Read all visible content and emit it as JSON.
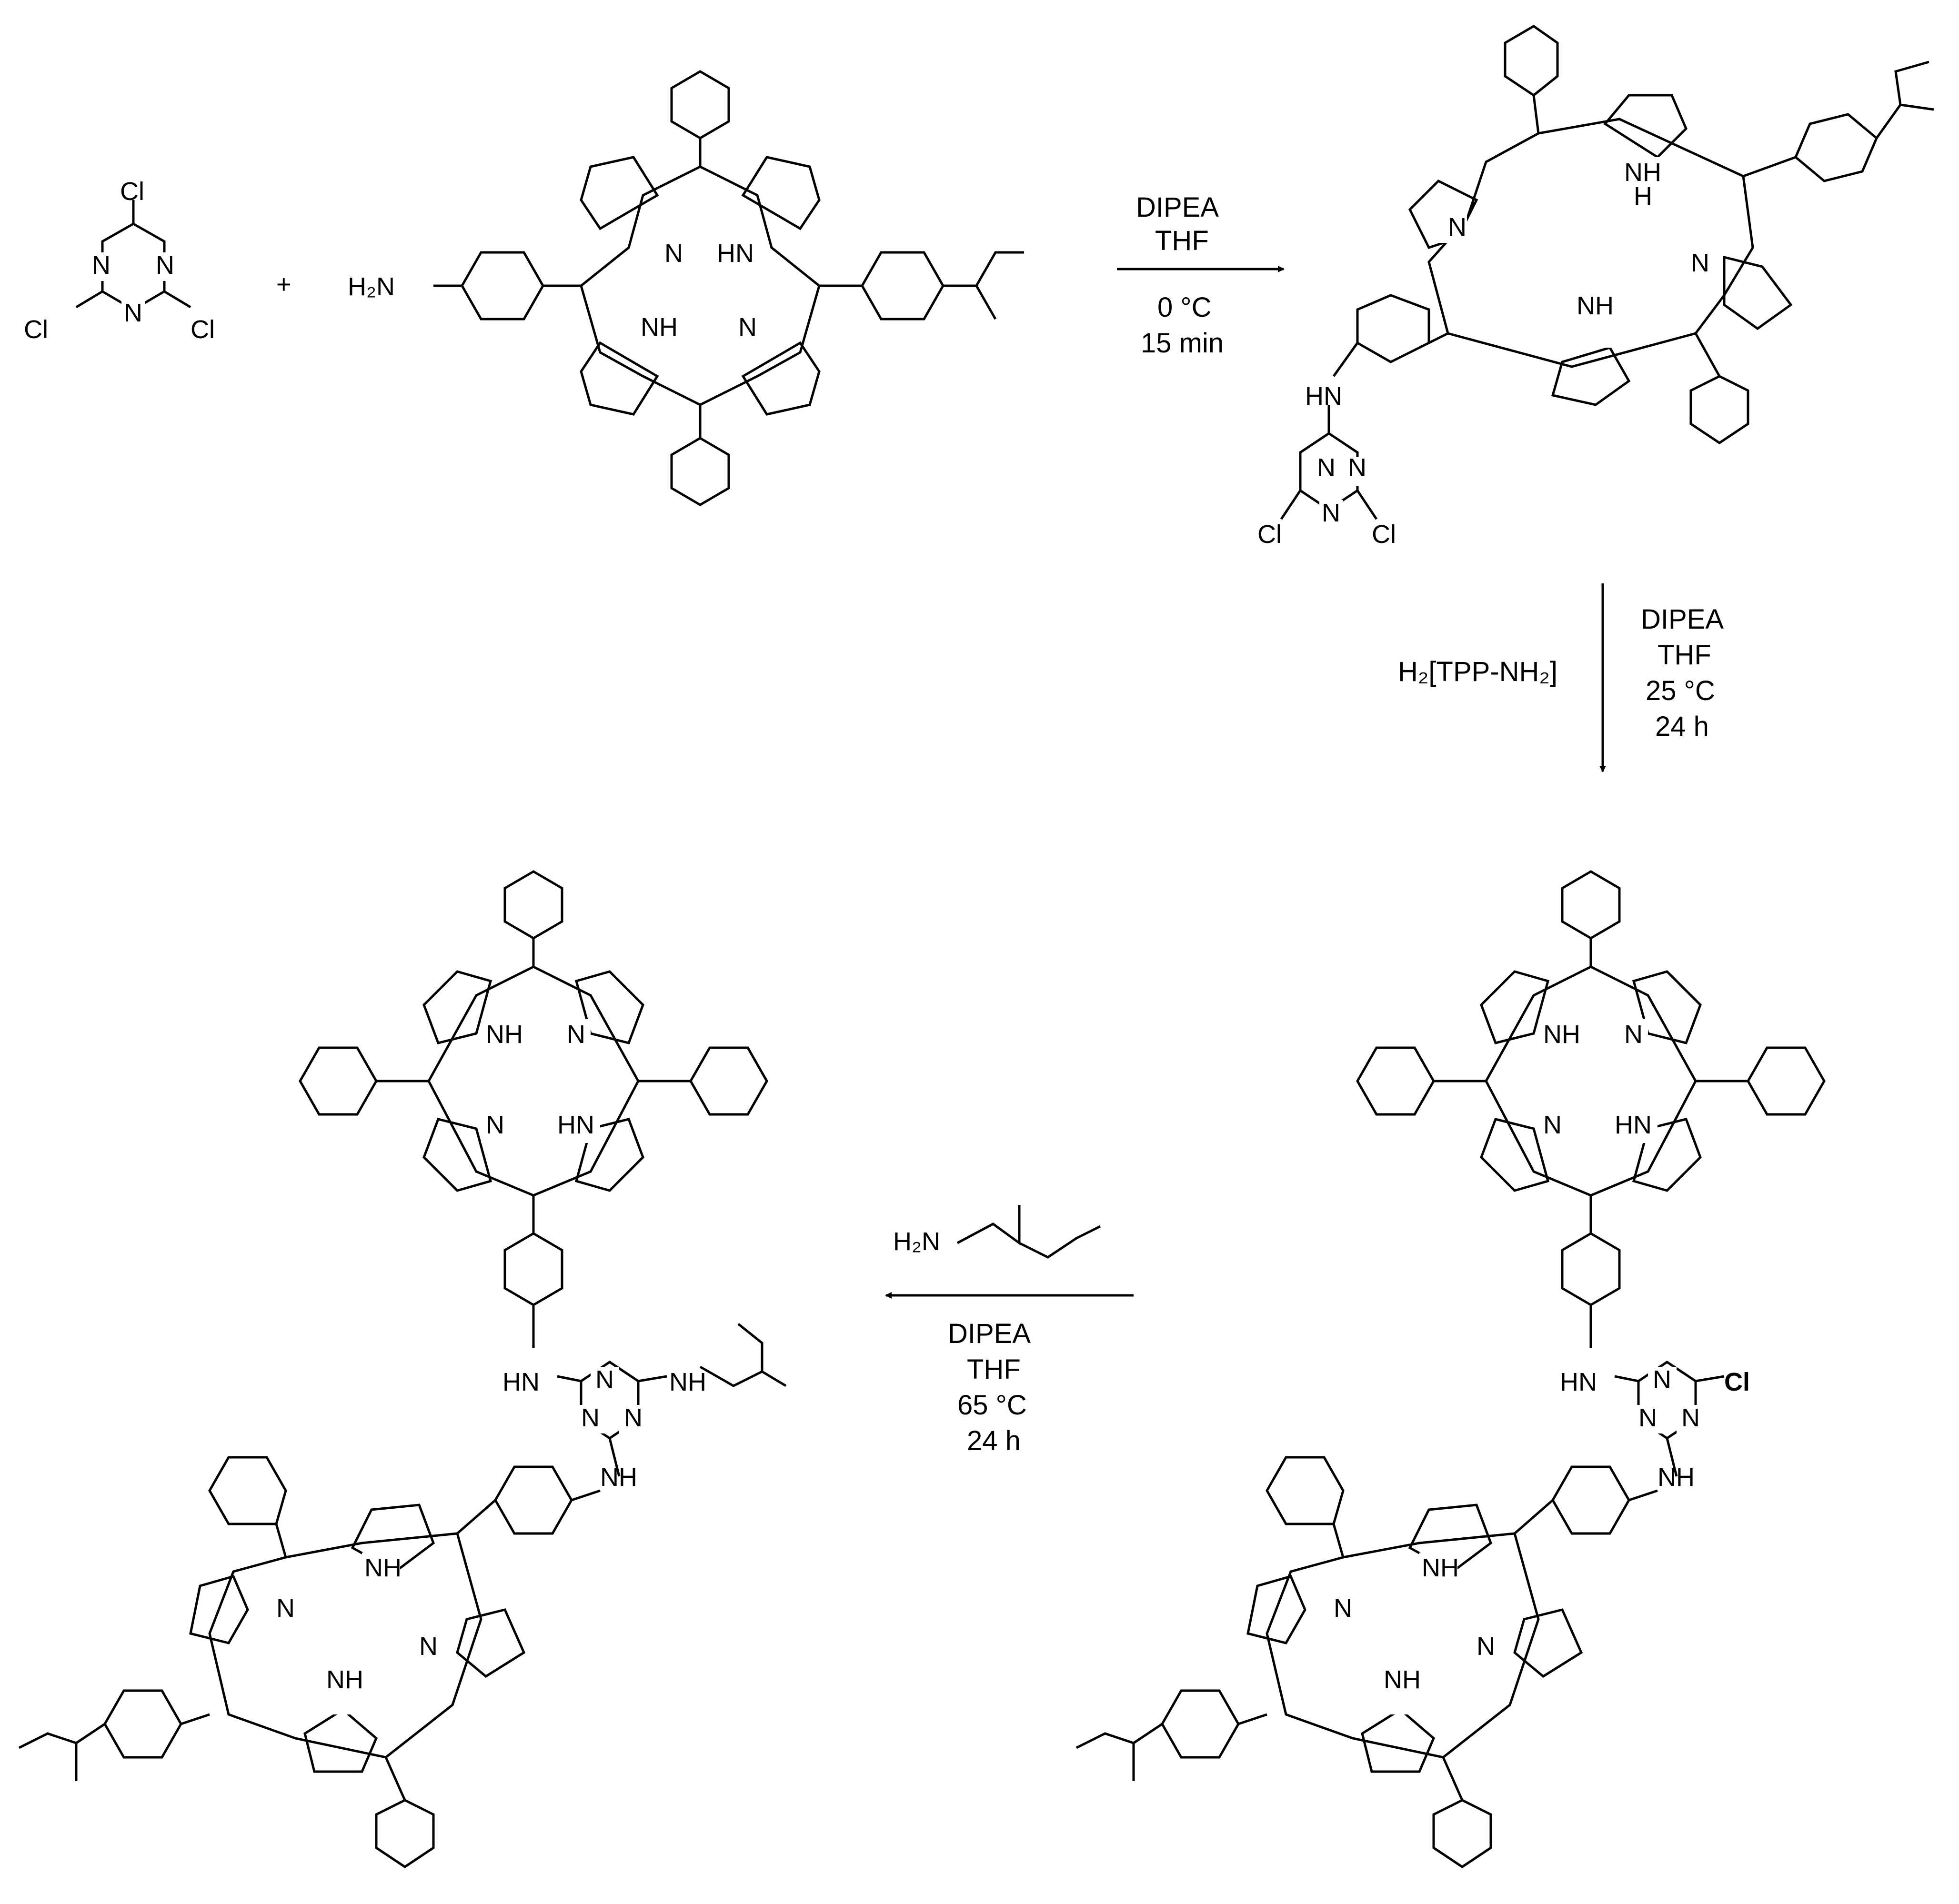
{
  "plus_sign": "+",
  "reactants": {
    "cyanuric_chloride": {
      "atoms": [
        "Cl",
        "N",
        "N",
        "Cl",
        "N",
        "Cl"
      ]
    },
    "amino_porphyrin": {
      "labels": [
        "H₂N",
        "N",
        "HN",
        "NH",
        "N"
      ]
    }
  },
  "step1": {
    "reagents": [
      "DIPEA",
      "THF"
    ],
    "conditions": [
      "0 °C",
      "15 min"
    ]
  },
  "product1": {
    "labels": [
      "NH",
      "H",
      "N",
      "N",
      "NH",
      "HN",
      "N",
      "N",
      "N",
      "Cl",
      "Cl"
    ]
  },
  "step2": {
    "added_reagent": "H₂[TPP-NH₂]",
    "reagents": [
      "DIPEA",
      "THF"
    ],
    "conditions": [
      "25 °C",
      "24 h"
    ]
  },
  "product2": {
    "labels": [
      "NH",
      "N",
      "N",
      "HN",
      "HN",
      "N",
      "Cl",
      "N",
      "N",
      "NH",
      "NH",
      "N",
      "N",
      "NH"
    ]
  },
  "step3": {
    "added_reagent": {
      "amine": "H₂N"
    },
    "reagents": [
      "DIPEA",
      "THF"
    ],
    "conditions": [
      "65 °C",
      "24 h"
    ]
  },
  "product3": {
    "labels": [
      "NH",
      "N",
      "N",
      "HN",
      "HN",
      "N",
      "NH",
      "N",
      "N",
      "NH",
      "NH",
      "N",
      "N",
      "NH"
    ]
  }
}
